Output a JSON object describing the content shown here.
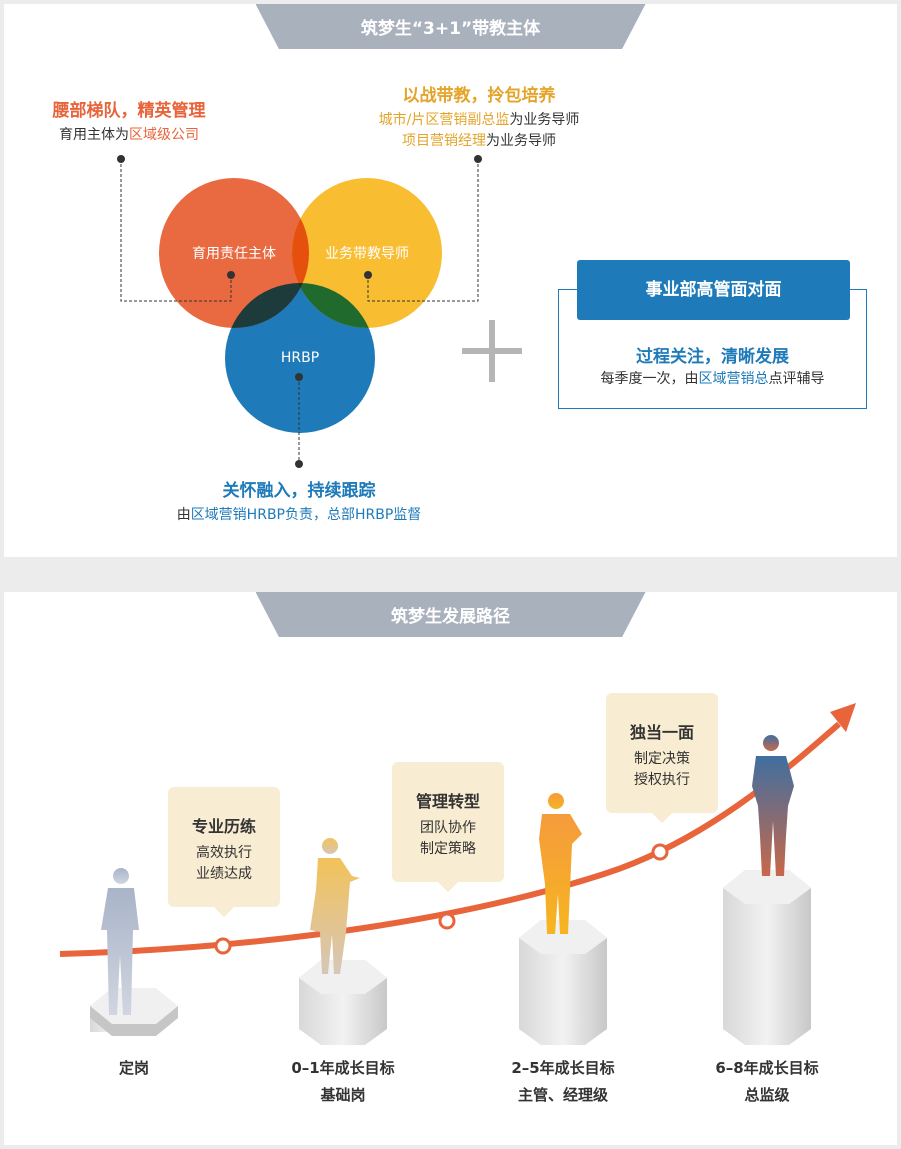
{
  "section1": {
    "title": "筑梦生“3+1”带教主体",
    "left_note": {
      "heading": "腰部梯队，精英管理",
      "text_prefix": "育用主体为",
      "text_highlight": "区域级公司"
    },
    "right_note": {
      "heading": "以战带教，拎包培养",
      "line1_highlight": "城市/片区营销副总监",
      "line1_suffix": "为业务导师",
      "line2_highlight": "项目营销经理",
      "line2_suffix": "为业务导师"
    },
    "bottom_note": {
      "heading": "关怀融入，持续跟踪",
      "prefix": "由",
      "highlight": "区域营销HRBP负责，总部HRBP监督"
    },
    "circles": [
      {
        "label": "育用责任主体",
        "color": "#e8643b"
      },
      {
        "label": "业务带教导师",
        "color": "#f8bb2a"
      },
      {
        "label": "HRBP",
        "color": "#1e7ab8"
      }
    ],
    "plus_icon": "plus-icon",
    "exec_card": {
      "title": "事业部高管面对面",
      "heading": "过程关注，清晰发展",
      "prefix": "每季度一次，由",
      "highlight": "区域营销总",
      "suffix": "点评辅导"
    }
  },
  "section2": {
    "title": "筑梦生发展路径",
    "callouts": [
      {
        "heading": "专业历练",
        "lines": [
          "高效执行",
          "业绩达成"
        ]
      },
      {
        "heading": "管理转型",
        "lines": [
          "团队协作",
          "制定策略"
        ]
      },
      {
        "heading": "独当一面",
        "lines": [
          "制定决策",
          "授权执行"
        ]
      }
    ],
    "stages": [
      {
        "line1": "定岗",
        "line2": ""
      },
      {
        "line1": "0–1年成长目标",
        "line2": "基础岗"
      },
      {
        "line1": "2–5年成长目标",
        "line2": "主管、经理级"
      },
      {
        "line1": "6–8年成长目标",
        "line2": "总监级"
      }
    ],
    "accent": "#e8643b"
  }
}
